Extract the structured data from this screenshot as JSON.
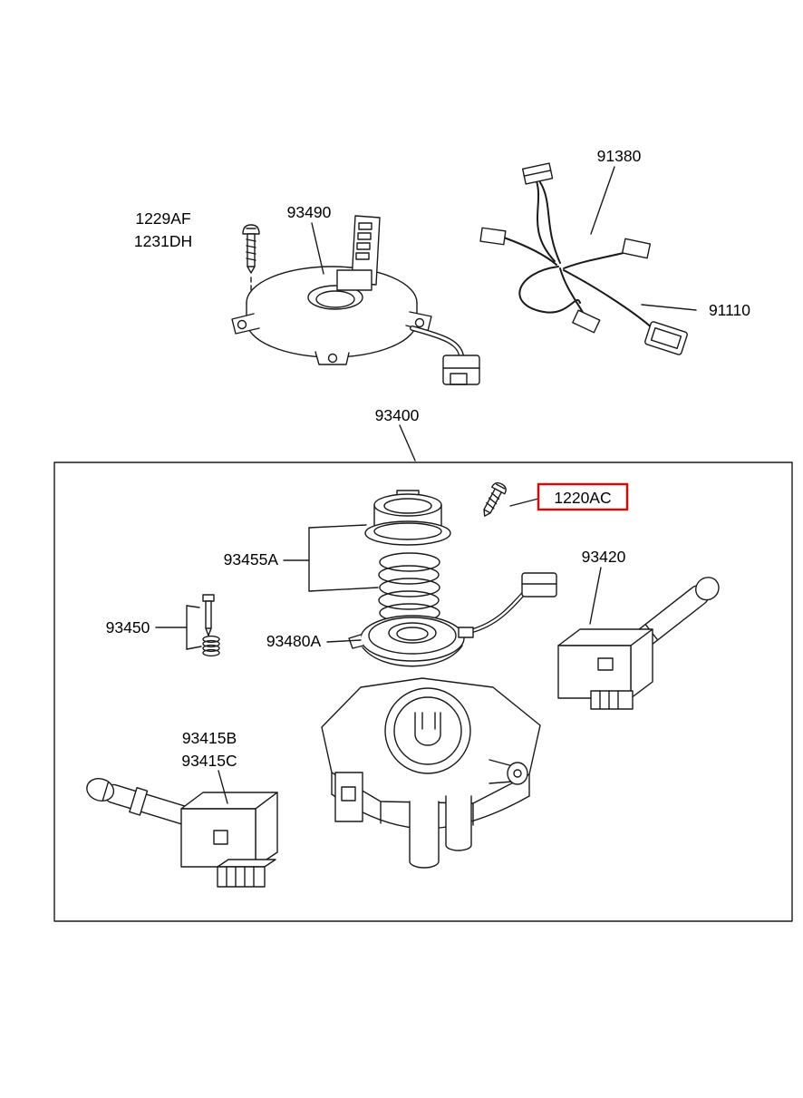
{
  "diagram": {
    "type": "parts-diagram",
    "colors": {
      "background": "#ffffff",
      "line": "#1a1a1a",
      "highlight": "#e60000"
    },
    "labels": {
      "l1229af": "1229AF",
      "l1231dh": "1231DH",
      "l93490": "93490",
      "l91380": "91380",
      "l91110": "91110",
      "l93400": "93400",
      "l1220ac": "1220AC",
      "l93455a": "93455A",
      "l93450": "93450",
      "l93480a": "93480A",
      "l93420": "93420",
      "l93415b": "93415B",
      "l93415c": "93415C"
    }
  }
}
